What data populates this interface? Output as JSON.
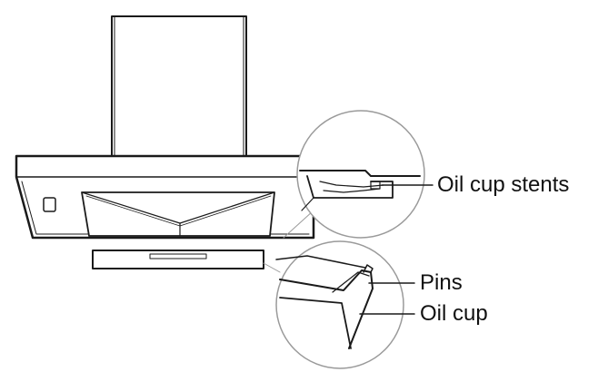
{
  "diagram": {
    "labels": {
      "oil_cup_stents": "Oil cup stents",
      "pins": "Pins",
      "oil_cup": "Oil cup"
    },
    "colors": {
      "stroke": "#1a1a1a",
      "callout_circle": "#9a9a9a",
      "background": "#ffffff"
    }
  }
}
